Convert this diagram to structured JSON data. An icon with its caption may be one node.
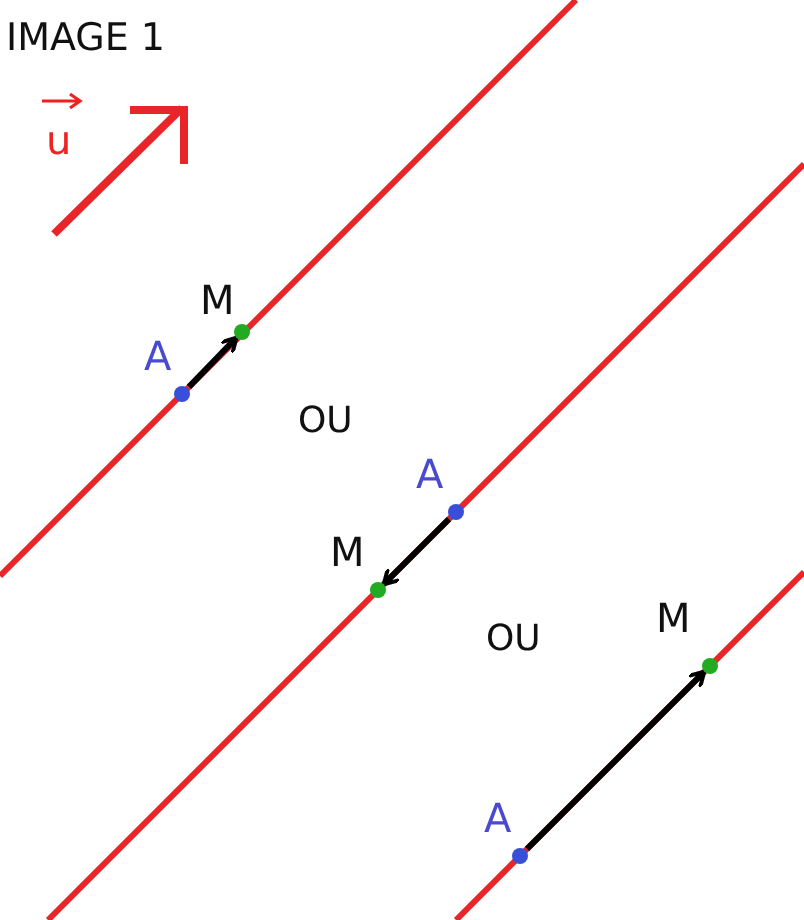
{
  "diagram": {
    "title": "IMAGE 1",
    "nodes": [
      {
        "text": [
          "M"
        ]
      },
      {
        "text": [
          "A"
        ]
      },
      {
        "text": [
          "A"
        ]
      },
      {
        "text": [
          "M"
        ]
      },
      {
        "text": [
          "M"
        ]
      },
      {
        "text": [
          "A"
        ]
      }
    ],
    "edges": [
      {
        "from": 1,
        "to": 0,
        "arrow": "to"
      },
      {
        "from": 2,
        "to": 3,
        "arrow": "to"
      },
      {
        "from": 5,
        "to": 4,
        "arrow": "to"
      }
    ],
    "labels": [
      "u",
      "OU",
      "OU"
    ]
  }
}
